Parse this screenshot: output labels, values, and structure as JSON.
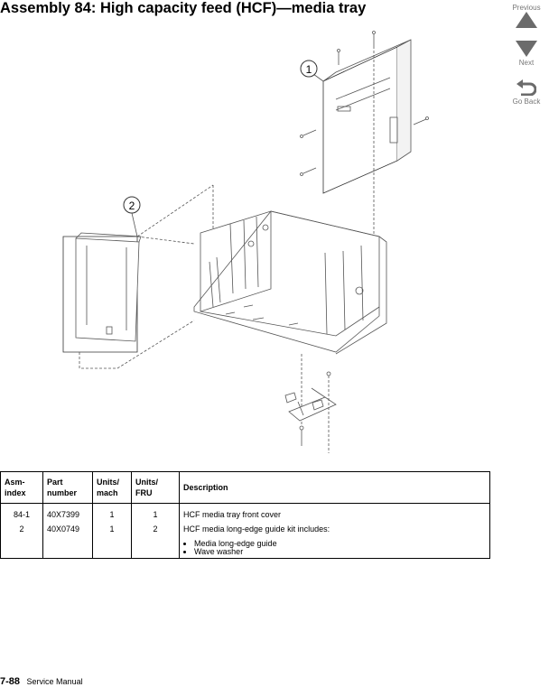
{
  "title": "Assembly 84:  High capacity feed (HCF)—media tray",
  "nav": {
    "previous": "Previous",
    "next": "Next",
    "go_back": "Go Back"
  },
  "callouts": [
    "1",
    "2"
  ],
  "table": {
    "headers": [
      "Asm-\nindex",
      "Part\nnumber",
      "Units/\nmach",
      "Units/\nFRU",
      "Description"
    ],
    "rows": [
      {
        "asm": "84-1",
        "part": "40X7399",
        "mach": "1",
        "fru": "1",
        "desc": "HCF media tray front cover",
        "includes": []
      },
      {
        "asm": "2",
        "part": "40X0749",
        "mach": "1",
        "fru": "2",
        "desc": "HCF media long-edge guide kit includes:",
        "includes": [
          "Media long-edge guide",
          "Wave washer"
        ]
      }
    ]
  },
  "footer": {
    "page": "7-88",
    "manual": "Service Manual"
  }
}
